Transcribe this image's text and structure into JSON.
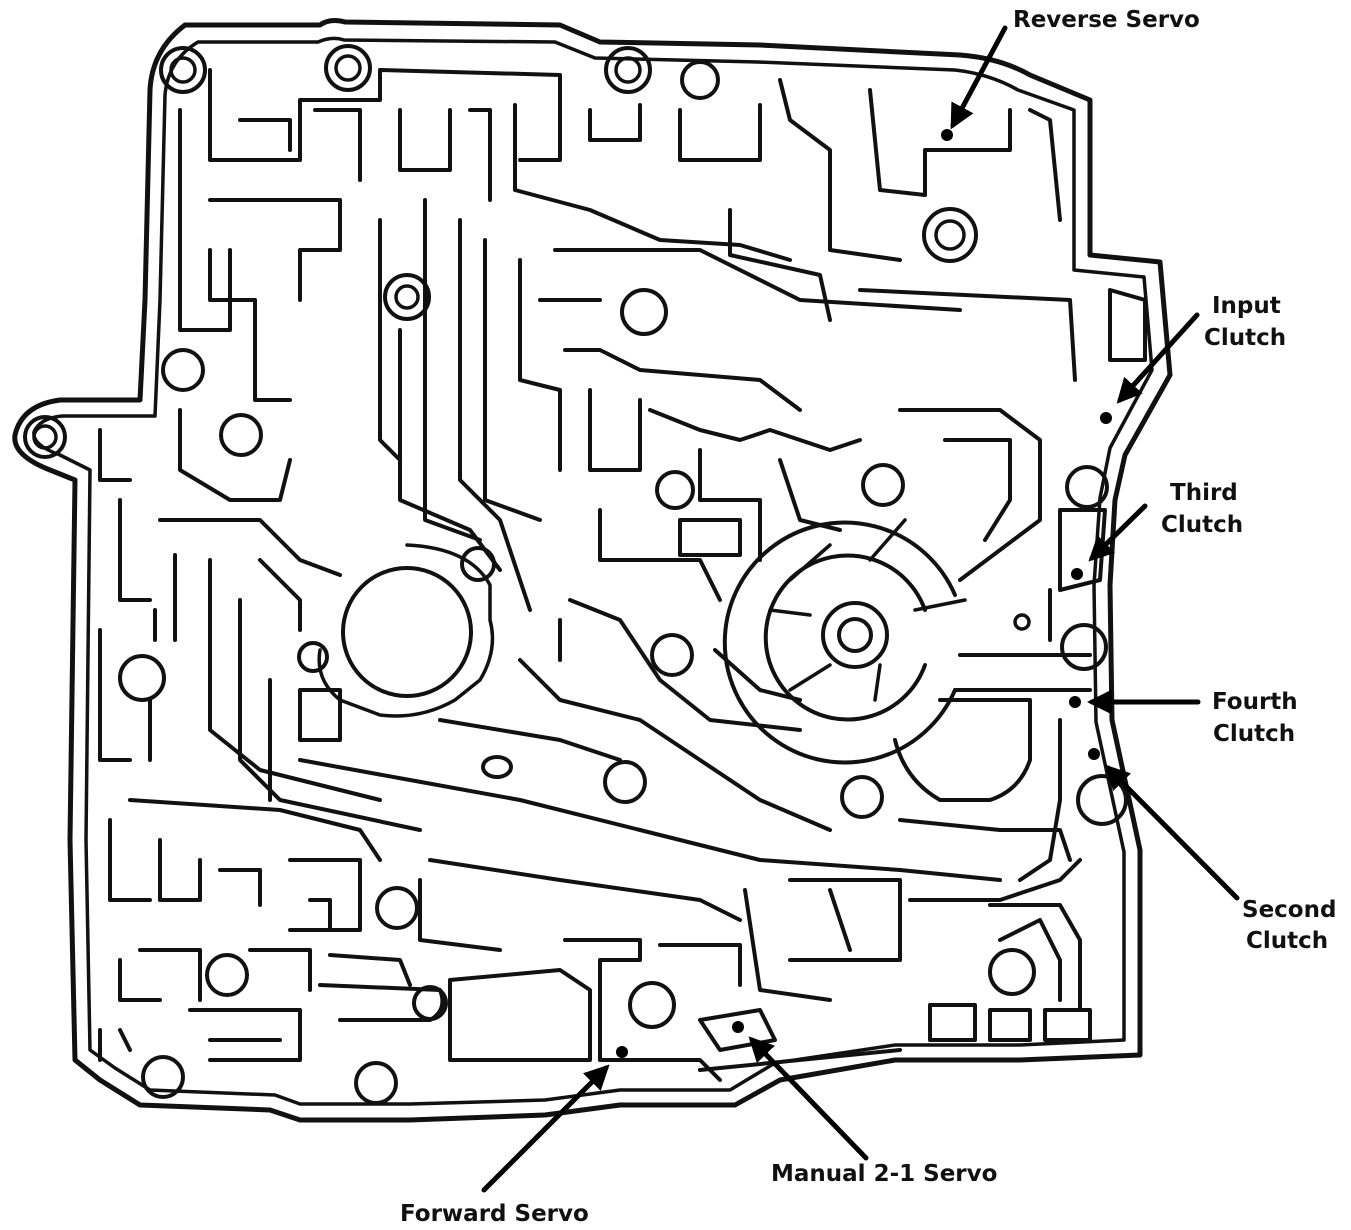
{
  "diagram": {
    "callouts": {
      "reverse_servo": {
        "lines": [
          "Reverse Servo"
        ]
      },
      "input_clutch": {
        "lines": [
          "Input",
          "Clutch"
        ]
      },
      "third_clutch": {
        "lines": [
          "Third",
          "Clutch"
        ]
      },
      "fourth_clutch": {
        "lines": [
          "Fourth",
          "Clutch"
        ]
      },
      "second_clutch": {
        "lines": [
          "Second",
          "Clutch"
        ]
      },
      "manual_21_servo": {
        "lines": [
          "Manual 2-1 Servo"
        ]
      },
      "forward_servo": {
        "lines": [
          "Forward Servo"
        ]
      }
    }
  }
}
